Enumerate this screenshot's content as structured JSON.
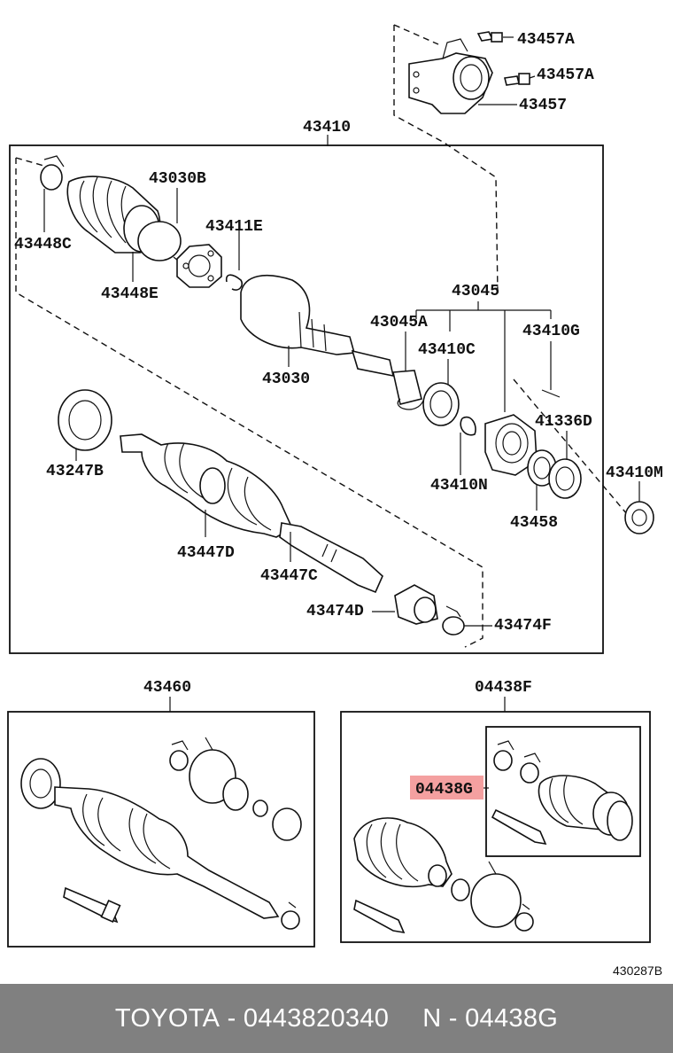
{
  "colors": {
    "highlight": "#f4a0a0",
    "footer_bg": "#808080",
    "footer_text": "#ffffff"
  },
  "labels": {
    "p43457A_1": "43457A",
    "p43457A_2": "43457A",
    "p43457": "43457",
    "p43410": "43410",
    "p43030B": "43030B",
    "p43448C": "43448C",
    "p43411E": "43411E",
    "p43448E": "43448E",
    "p43045": "43045",
    "p43045A": "43045A",
    "p43410G": "43410G",
    "p43410C": "43410C",
    "p43030": "43030",
    "p41336D": "41336D",
    "p43247B": "43247B",
    "p43410N": "43410N",
    "p43410M": "43410M",
    "p43458": "43458",
    "p43447D": "43447D",
    "p43447C": "43447C",
    "p43474D": "43474D",
    "p43474F": "43474F",
    "p43460": "43460",
    "p04438F": "04438F",
    "p04438G": "04438G"
  },
  "diagram_code": "430287B",
  "footer": {
    "brand": "TOYOTA",
    "separator": " - ",
    "part_number": "0443820340",
    "suffix_label": "N",
    "suffix_value": "04438G"
  }
}
